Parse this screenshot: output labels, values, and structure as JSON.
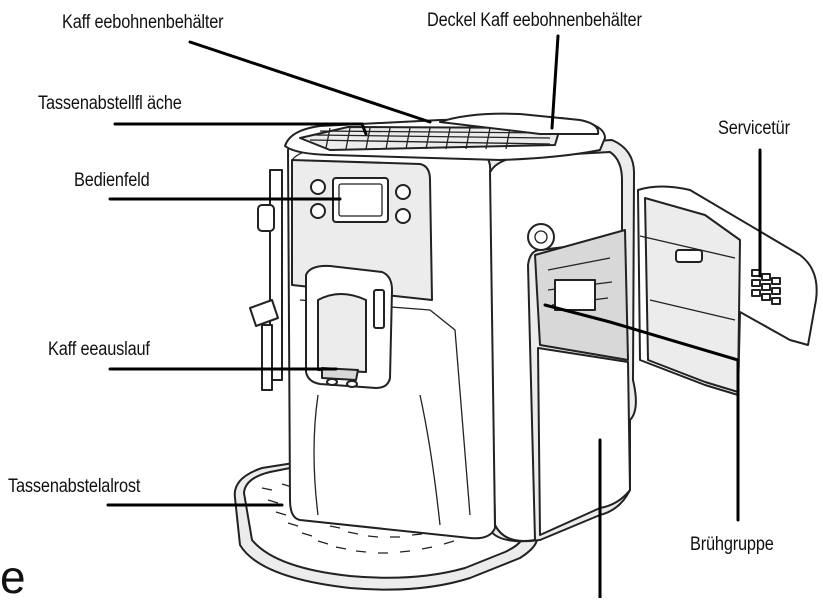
{
  "labels": {
    "bean_container": "Kaff eebohnenbehälter",
    "bean_container_lid": "Deckel Kaff eebohnenbehälter",
    "cup_warming_surface": "Tassenabstellfl äche",
    "control_panel": "Bedienfeld",
    "service_door": "Servicetür",
    "coffee_spout": "Kaff eeauslauf",
    "drip_grid": "Tassenabstelalrost",
    "brew_group": "Brühgruppe",
    "stray_fragment": "e"
  }
}
